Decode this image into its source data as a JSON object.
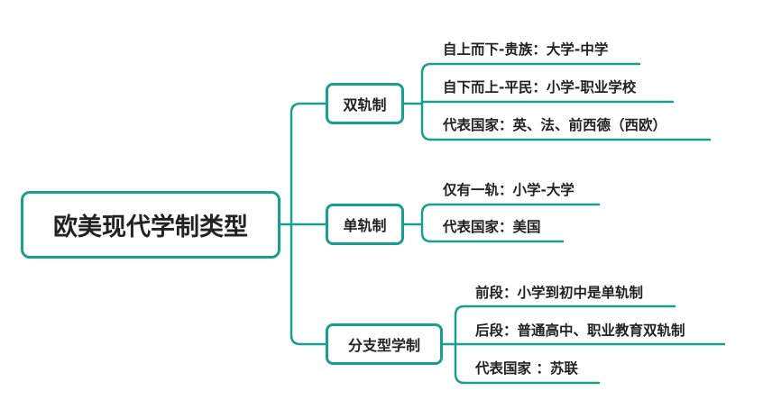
{
  "root": {
    "label": "欧美现代学制类型"
  },
  "branches": [
    {
      "label": "双轨制",
      "leaves": [
        "自上而下-贵族：大学-中学",
        "自下而上-平民：小学-职业学校",
        "代表国家：英、法、前西德（西欧）"
      ]
    },
    {
      "label": "单轨制",
      "leaves": [
        "仅有一轨：小学-大学",
        "代表国家：美国"
      ]
    },
    {
      "label": "分支型学制",
      "leaves": [
        "前段：小学到初中是单轨制",
        "后段：普通高中、职业教育双轨制",
        "代表国家 ：苏联"
      ]
    }
  ],
  "colors": {
    "line": "#1a9e8f",
    "text": "#222222"
  }
}
